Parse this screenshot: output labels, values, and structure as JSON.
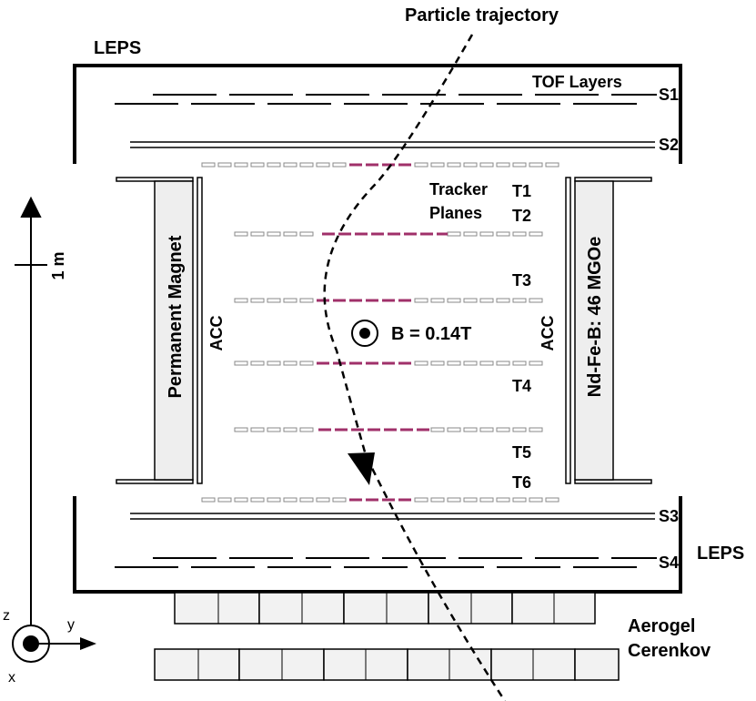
{
  "labels": {
    "trajectory": "Particle trajectory",
    "leps_top": "LEPS",
    "leps_bottom": "LEPS",
    "tof_layers": "TOF Layers",
    "s1": "S1",
    "s2": "S2",
    "s3": "S3",
    "s4": "S4",
    "tracker_planes_line1": "Tracker",
    "tracker_planes_line2": "Planes",
    "t1": "T1",
    "t2": "T2",
    "t3": "T3",
    "t4": "T4",
    "t5": "T5",
    "t6": "T6",
    "magnet_left": "Permanent Magnet",
    "magnet_right": "Nd-Fe-B: 46 MGOe",
    "acc_left": "ACC",
    "acc_right": "ACC",
    "field": "B = 0.14T",
    "scale": "1 m",
    "aerogel_line1": "Aerogel",
    "aerogel_line2": "Cerenkov",
    "axis_z": "z",
    "axis_y": "y",
    "axis_x": "x"
  },
  "colors": {
    "ink": "#000000",
    "magnet_fill": "#eeeeee",
    "hit_strip": "#a0306a",
    "tracker_outline": "#888888"
  }
}
